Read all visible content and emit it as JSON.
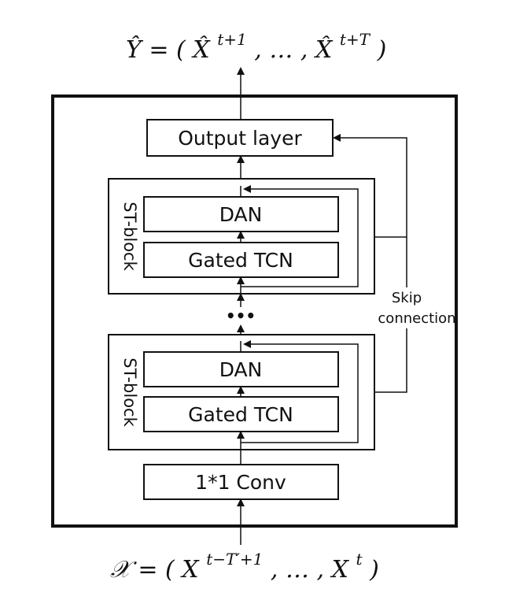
{
  "output_formula": {
    "lhs": "Ŷ",
    "eq": " = (",
    "first_base": "X̂",
    "first_sup": "t+1",
    "mid": ", … , ",
    "last_base": "X̂",
    "last_sup": "t+T",
    "close": " )"
  },
  "input_formula": {
    "lhs": "𝒳",
    "eq": " = (",
    "first_base": "X",
    "first_sup": "t−T′+1",
    "mid": ", … , ",
    "last_base": "X",
    "last_sup": "t",
    "close": ")"
  },
  "output_layer_label": "Output layer",
  "st_block_label": "ST-block",
  "dan_label": "DAN",
  "tcn_label": "Gated TCN",
  "conv_label": "1*1 Conv",
  "ellipsis": "•••",
  "skip_line1": "Skip",
  "skip_line2": "connection"
}
